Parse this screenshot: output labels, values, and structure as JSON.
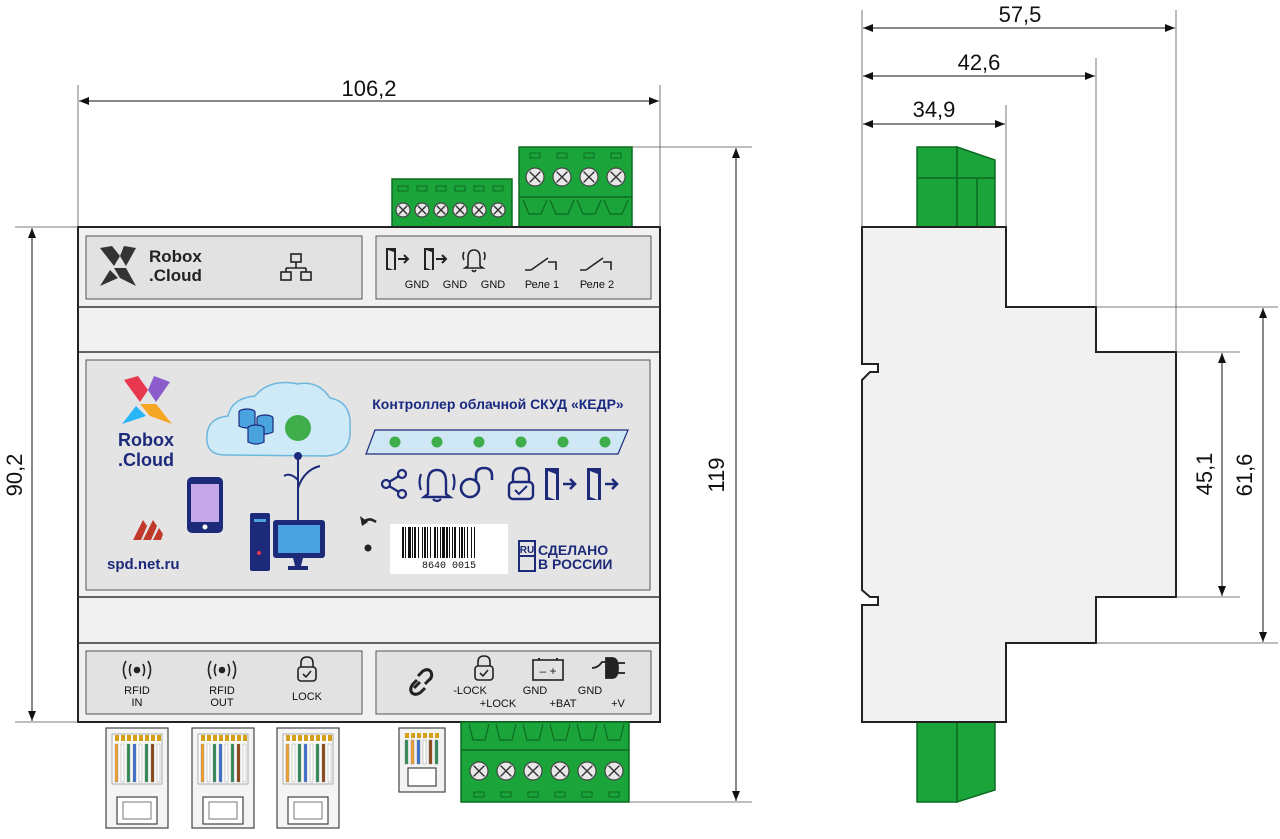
{
  "dimensions": {
    "width_front": "106,2",
    "height_front": "90,2",
    "height_total": "119",
    "side_depth_total": "57,5",
    "side_depth_mid": "42,6",
    "side_depth_front": "34,9",
    "side_height_mid": "45,1",
    "side_height_rail": "61,6"
  },
  "top_panel": {
    "brand_line1": "Robox",
    "brand_line2": ".Cloud",
    "labels": [
      "GND",
      "GND",
      "GND",
      "Реле 1",
      "Реле 2"
    ]
  },
  "center_panel": {
    "title": "Контроллер облачной СКУД «КЕДР»",
    "brand_line1": "Robox",
    "brand_line2": ".Cloud",
    "website": "spd.net.ru",
    "barcode_number": "8640 0015",
    "made_in_line1": "СДЕЛАНО",
    "made_in_line2": "В РОССИИ",
    "made_in_badge": "RU",
    "icons": [
      "share-icon",
      "alarm-bell-icon",
      "unlock-icon",
      "lock-check-icon",
      "door-enter-icon",
      "door-exit-icon"
    ]
  },
  "bottom_panel": {
    "rfid_in_line1": "RFID",
    "rfid_in_line2": "IN",
    "rfid_out_line1": "RFID",
    "rfid_out_line2": "OUT",
    "lock": "LOCK",
    "minus_lock": "-LOCK",
    "plus_lock": "+LOCK",
    "gnd1": "GND",
    "plus_bat": "+BAT",
    "gnd2": "GND",
    "plus_v": "+V",
    "battery_sign": "– +"
  },
  "colors": {
    "terminal_green": "#1aa43a",
    "housing": "#f2f2f2",
    "panel": "#e2e2e2",
    "navy": "#1d2a7a",
    "led_green": "#3fae4a"
  }
}
